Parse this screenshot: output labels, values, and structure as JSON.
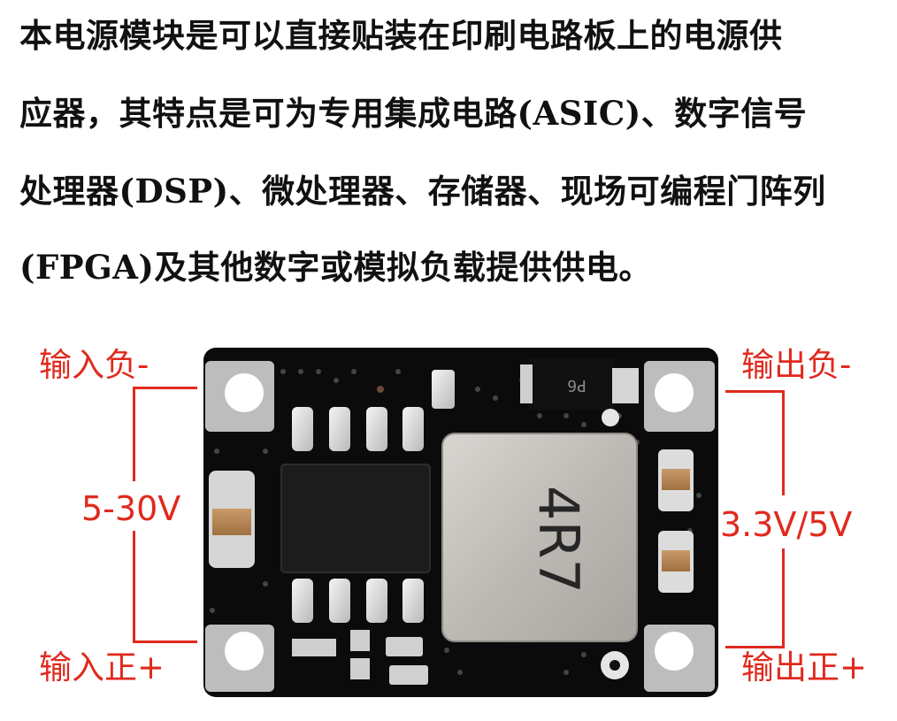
{
  "description": {
    "lines": [
      "本电源模块是可以直接贴装在印刷电路板上的电源供",
      "应器，其特点是可为专用集成电路(ASIC)、数字信号",
      "处理器(DSP)、微处理器、存储器、现场可编程门阵列",
      "(FPGA)及其他数字或模拟负载提供供电。"
    ]
  },
  "labels": {
    "input_negative": "输入负-",
    "input_positive": "输入正+",
    "output_negative": "输出负-",
    "output_positive": "输出正+",
    "input_voltage": "5-30V",
    "output_voltage": "3.3V/5V"
  },
  "board_markings": {
    "diode_marking": "P6",
    "inductor_marking": "4R7"
  },
  "colors": {
    "annotation_red": "#e02a1e",
    "pcb_black": "#0b0b0b",
    "text_black": "#111111"
  }
}
